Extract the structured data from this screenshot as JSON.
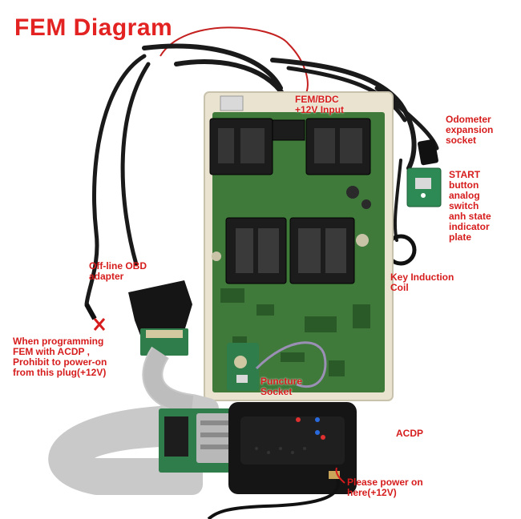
{
  "title": "FEM Diagram",
  "labels": {
    "fem_bdc_input": "FEM/BDC\n+12V Input",
    "odometer_socket": "Odometer\nexpansion\nsocket",
    "start_button_plate": "START\nbutton\nanalog\nswitch\nanh state\nindicator\nplate",
    "key_induction_coil": "Key Induction\nCoil",
    "offline_obd_adapter": "Off-line OBD\nadapter",
    "programming_warning": "When programming\nFEM with ACDP ,\nProhibit to power-on\nfrom this plug(+12V)",
    "puncture_socket": "Puncture\nSocket",
    "acdp": "ACDP",
    "power_on_here": "Please power on\nhere(+12V)"
  },
  "colors": {
    "label_red": "#d61c1c",
    "pcb_green": "#3f7a3a",
    "connector_black": "#1c1c1c",
    "frame_cream": "#e9e3cf",
    "ribbon_gray": "#c9c9c9",
    "adapter_green": "#2f7d4a"
  }
}
